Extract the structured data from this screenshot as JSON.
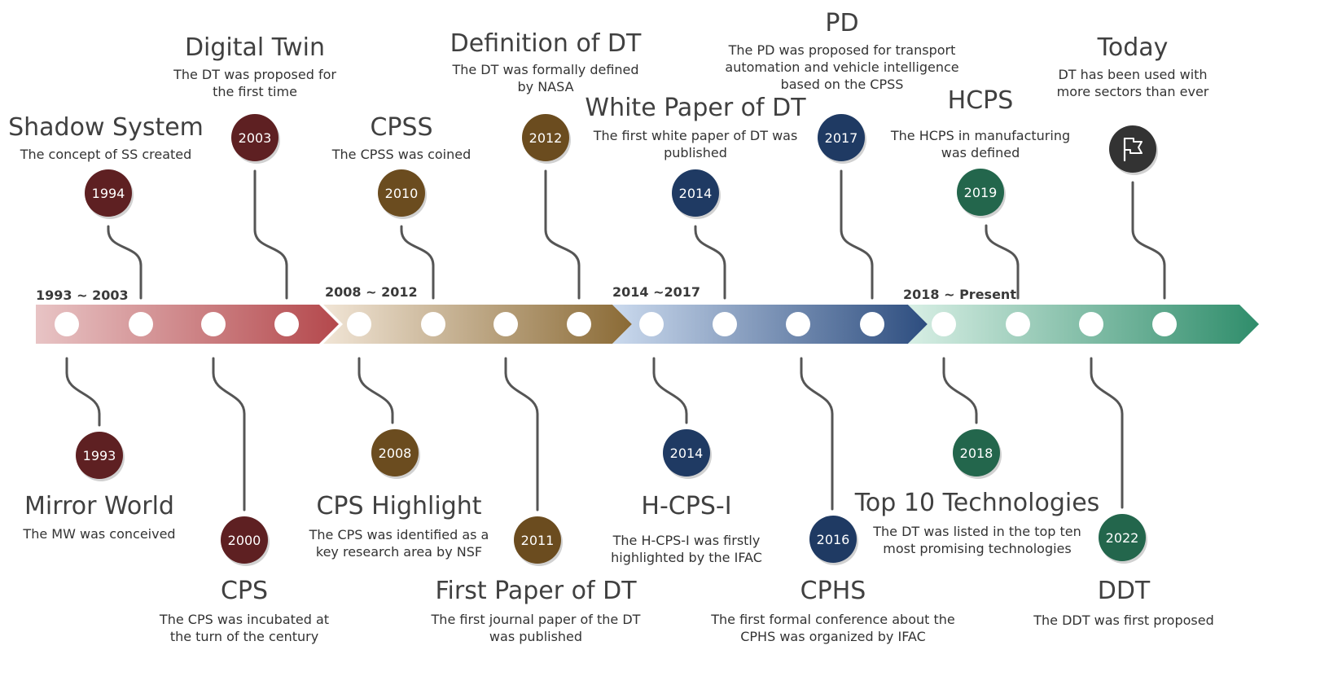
{
  "periods": [
    {
      "label": "1993 ~ 2003",
      "color_start": "#e8c4c5",
      "color_end": "#b4484c"
    },
    {
      "label": "2008 ~ 2012",
      "color_start": "#f1e5d6",
      "color_end": "#8a6a35"
    },
    {
      "label": "2014 ~2017",
      "color_start": "#cbdaee",
      "color_end": "#2d4d7f"
    },
    {
      "label": "2018 ~ Present",
      "color_start": "#d8efe5",
      "color_end": "#2f8d6b"
    }
  ],
  "events": [
    {
      "year": "1993",
      "title": "Mirror World",
      "desc": [
        "The MW was conceived"
      ],
      "side": "bottom",
      "color": "#5e2022"
    },
    {
      "year": "1994",
      "title": "Shadow System",
      "desc": [
        "The concept of SS created"
      ],
      "side": "top",
      "color": "#5e2022"
    },
    {
      "year": "2000",
      "title": "CPS",
      "desc": [
        "The CPS was incubated at",
        "the turn of the century"
      ],
      "side": "bottom",
      "color": "#5e2022"
    },
    {
      "year": "2003",
      "title": "Digital Twin",
      "desc": [
        "The DT was proposed for",
        "the first time"
      ],
      "side": "top",
      "color": "#5e2022"
    },
    {
      "year": "2008",
      "title": "CPS Highlight",
      "desc": [
        "The CPS was identified as a",
        "key research area by NSF"
      ],
      "side": "bottom",
      "color": "#6b4c1f"
    },
    {
      "year": "2010",
      "title": "CPSS",
      "desc": [
        "The CPSS was coined"
      ],
      "side": "top",
      "color": "#6b4c1f"
    },
    {
      "year": "2011",
      "title": "First Paper of DT",
      "desc": [
        "The first journal paper of the DT",
        "was published"
      ],
      "side": "bottom",
      "color": "#6b4c1f"
    },
    {
      "year": "2012",
      "title": "Definition of DT",
      "desc": [
        "The DT was formally defined",
        "by NASA"
      ],
      "side": "top",
      "color": "#6b4c1f"
    },
    {
      "year": "2014",
      "title": "H-CPS-I",
      "desc": [
        "The H-CPS-I was firstly",
        "highlighted by the IFAC"
      ],
      "side": "bottom",
      "color": "#1f3a63"
    },
    {
      "year": "2014",
      "title": "White Paper of DT",
      "desc": [
        "The first white paper of DT was",
        "published"
      ],
      "side": "top",
      "color": "#1f3a63"
    },
    {
      "year": "2016",
      "title": "CPHS",
      "desc": [
        "The first formal conference about the",
        "CPHS was organized by IFAC"
      ],
      "side": "bottom",
      "color": "#1f3a63"
    },
    {
      "year": "2017",
      "title": "PD",
      "desc": [
        "The PD was proposed for transport",
        "automation and vehicle intelligence",
        "based on the CPSS"
      ],
      "side": "top",
      "color": "#1f3a63"
    },
    {
      "year": "2018",
      "title": "Top 10 Technologies",
      "desc": [
        "The DT was listed in the top ten",
        "most promising technologies"
      ],
      "side": "bottom",
      "color": "#23664c"
    },
    {
      "year": "2019",
      "title": "HCPS",
      "desc": [
        "The HCPS in manufacturing",
        "was defined"
      ],
      "side": "top",
      "color": "#23664c"
    },
    {
      "year": "2022",
      "title": "DDT",
      "desc": [
        "The DDT was first proposed"
      ],
      "side": "bottom",
      "color": "#23664c"
    },
    {
      "year": "",
      "icon": "flag-icon",
      "title": "Today",
      "desc": [
        "DT has been used with",
        "more sectors than ever"
      ],
      "side": "top",
      "color": "#333333"
    }
  ]
}
